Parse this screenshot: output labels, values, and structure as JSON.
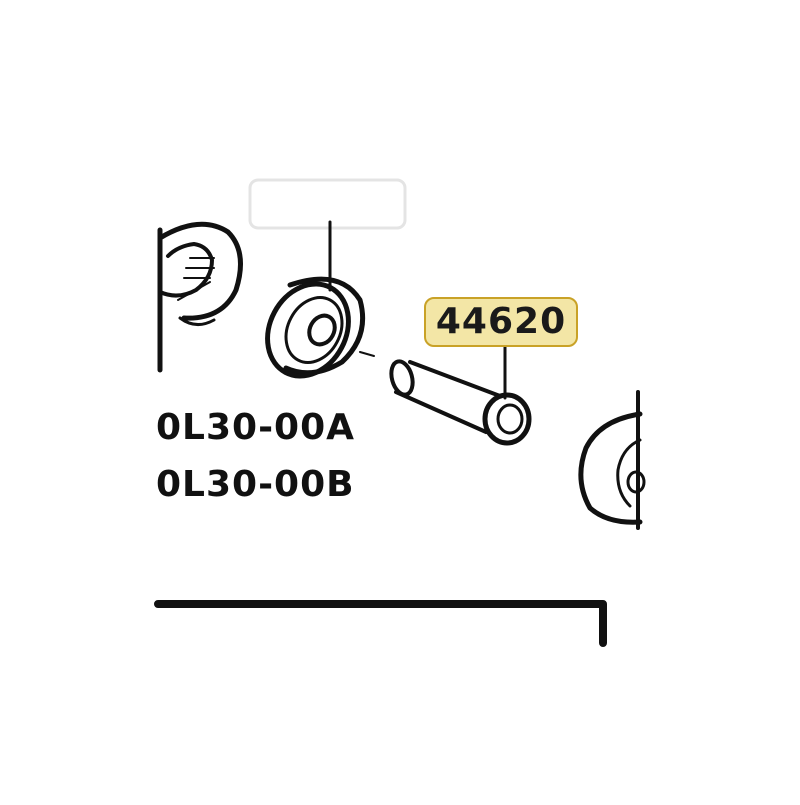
{
  "diagram": {
    "highlighted_part": "44620",
    "part_numbers": [
      "0L30-00A",
      "0L30-00B"
    ],
    "colors": {
      "line": "#111111",
      "highlight_fill": "#f3e6a6",
      "highlight_border": "#c9a227",
      "background": "#ffffff"
    }
  }
}
